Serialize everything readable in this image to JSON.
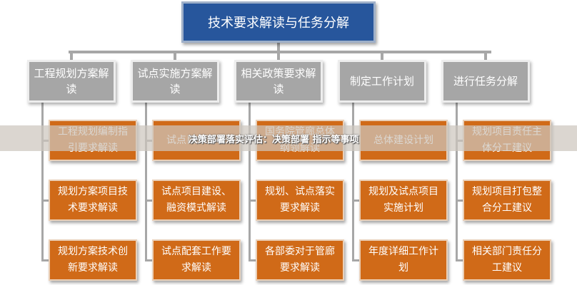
{
  "root": {
    "title": "技术要求解读与任务分解"
  },
  "categories": [
    {
      "title": "工程规划方案解读",
      "items": [
        "工程规划编制指引要求解读",
        "规划方案项目技术要求解读",
        "规划方案技术创新要求解读"
      ]
    },
    {
      "title": "试点实施方案解读",
      "items": [
        "试点目标要求",
        "试点项目建设、融资模式解读",
        "试点配套工作要求解读"
      ]
    },
    {
      "title": "相关政策要求解读",
      "items": [
        "国务院管廊总体纲领解读",
        "规划、试点落实要求解读",
        "各部委对于管廊要求解读"
      ]
    },
    {
      "title": "制定工作计划",
      "items": [
        "总体建设计划",
        "规划及试点项目实施计划",
        "年度详细工作计划"
      ]
    },
    {
      "title": "进行任务分解",
      "items": [
        "规划项目责任主体分工建议",
        "规划项目打包整合分工建议",
        "相关部门责任分工建议"
      ]
    }
  ],
  "overlay": {
    "text": "决策部署落实评估：决策部署 指示等事项"
  },
  "colors": {
    "root": "#27569c",
    "category": "#a6a6a6",
    "item": "#d06a18",
    "connector": "#a7a7a7"
  }
}
